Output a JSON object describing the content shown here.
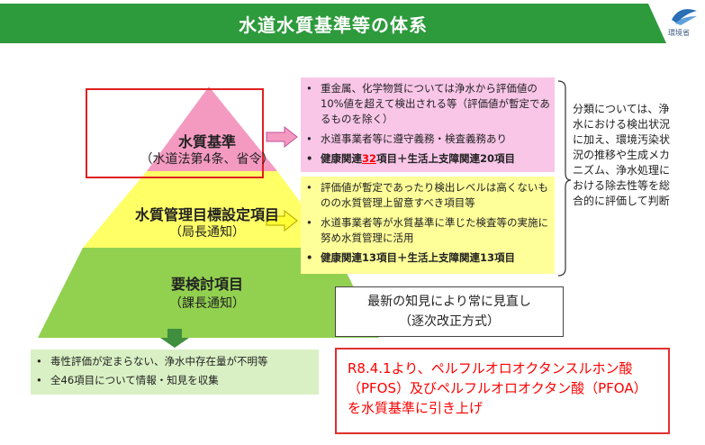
{
  "header": {
    "title": "水道水質基準等の体系",
    "logo_text": "環境省"
  },
  "pyramid": {
    "top": {
      "title": "水質基準",
      "subtitle": "（水道法第4条、省令）"
    },
    "middle": {
      "title": "水質管理目標設定項目",
      "subtitle": "（局長通知）"
    },
    "bottom": {
      "title": "要検討項目",
      "subtitle": "（課長通知）"
    }
  },
  "standards_box": {
    "item1": "重金属、化学物質については浄水から評価値の10%値を超えて検出される等（評価値が暫定であるものを除く）",
    "item2": "水道事業者等に遵守義務・検査義務あり",
    "item3_prefix": "健康関連",
    "item3_count": "32",
    "item3_suffix": "項目＋生活上支障関連20項目"
  },
  "targets_box": {
    "item1": "評価値が暫定であったり検出レベルは高くないものの水質管理上留意すべき項目等",
    "item2": "水道事業者等が水質基準に準じた検査等の実施に努め水質管理に活用",
    "item3": "健康関連13項目＋生活上支障関連13項目"
  },
  "review_box": {
    "item1": "毒性評価が定まらない、浄水中存在量が不明等",
    "item2": "全46項目について情報・知見を収集"
  },
  "side_note": "分類については、浄水における検出状況に加え、環境汚染状況の推移や生成メカニズム、浄水処理における除去性等を総合的に評価して判断",
  "update_note": {
    "line1": "最新の知見により常に見直し",
    "line2": "（逐次改正方式）"
  },
  "notice": {
    "line1": "R8.4.1より、ペルフルオロオクタンスルホン酸",
    "line2": "（PFOS）及びペルフルオロオクタン酸（PFOA）",
    "line3": "を水質基準に引き上げ"
  },
  "colors": {
    "banner": "#2d9a3c",
    "pyramid_top": "#f49ac1",
    "pyramid_middle": "#ffff66",
    "pyramid_bottom": "#92d050",
    "pink_box": "#f9c6e8",
    "yellow_box": "#ffff99",
    "green_box": "#d9f0c4",
    "accent_red": "#ff0000"
  }
}
